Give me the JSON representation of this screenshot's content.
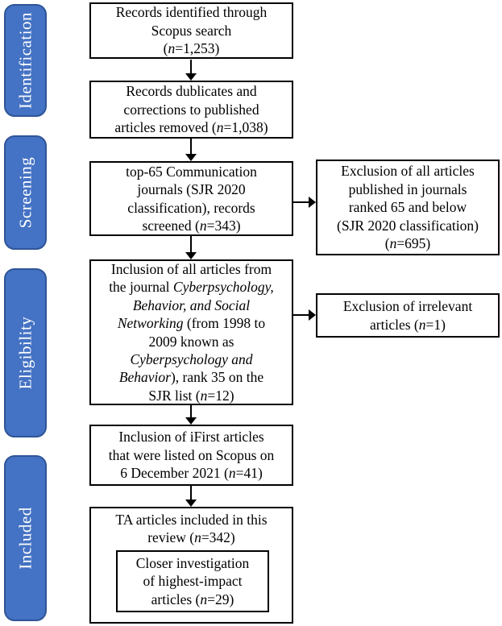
{
  "colors": {
    "stage_fill": "#4472C4",
    "stage_border": "#2F5597",
    "stage_text": "#FFFFFF",
    "box_border": "#000000",
    "box_text": "#000000",
    "background": "#FFFFFF"
  },
  "stages": [
    {
      "label": "Identification"
    },
    {
      "label": "Screening"
    },
    {
      "label": "Eligibility"
    },
    {
      "label": "Included"
    }
  ],
  "flow": {
    "identified": {
      "lines": [
        [
          {
            "t": "Records identified through"
          }
        ],
        [
          {
            "t": "Scopus search"
          }
        ],
        [
          {
            "t": "("
          },
          {
            "t": "n",
            "i": true
          },
          {
            "t": "=1,253)"
          }
        ]
      ]
    },
    "duplicates": {
      "lines": [
        [
          {
            "t": "Records dublicates and"
          }
        ],
        [
          {
            "t": "corrections to published"
          }
        ],
        [
          {
            "t": "articles removed ("
          },
          {
            "t": "n",
            "i": true
          },
          {
            "t": "=1,038)"
          }
        ]
      ]
    },
    "screened": {
      "lines": [
        [
          {
            "t": "top-65 Communication"
          }
        ],
        [
          {
            "t": "journals (SJR 2020"
          }
        ],
        [
          {
            "t": "classification), records"
          }
        ],
        [
          {
            "t": "screened ("
          },
          {
            "t": "n",
            "i": true
          },
          {
            "t": "=343)"
          }
        ]
      ]
    },
    "eligibility": {
      "lines": [
        [
          {
            "t": "Inclusion of all articles from"
          }
        ],
        [
          {
            "t": "the journal "
          },
          {
            "t": "Cyberpsychology,",
            "i": true
          }
        ],
        [
          {
            "t": "Behavior, and Social",
            "i": true
          }
        ],
        [
          {
            "t": "Networking",
            "i": true
          },
          {
            "t": " (from 1998 to"
          }
        ],
        [
          {
            "t": "2009 known as"
          }
        ],
        [
          {
            "t": "Cyberpsychology and",
            "i": true
          }
        ],
        [
          {
            "t": "Behavior",
            "i": true
          },
          {
            "t": "), rank 35 on the"
          }
        ],
        [
          {
            "t": "SJR list ("
          },
          {
            "t": "n",
            "i": true
          },
          {
            "t": "=12)"
          }
        ]
      ]
    },
    "ifirst": {
      "lines": [
        [
          {
            "t": "Inclusion of iFirst articles"
          }
        ],
        [
          {
            "t": "that were listed on Scopus on"
          }
        ],
        [
          {
            "t": "6 December 2021 ("
          },
          {
            "t": "n",
            "i": true
          },
          {
            "t": "=41)"
          }
        ]
      ]
    },
    "included": {
      "lines": [
        [
          {
            "t": "TA articles included in this"
          }
        ],
        [
          {
            "t": "review ("
          },
          {
            "t": "n",
            "i": true
          },
          {
            "t": "=342)"
          }
        ]
      ]
    },
    "closer": {
      "lines": [
        [
          {
            "t": "Closer investigation"
          }
        ],
        [
          {
            "t": "of highest-impact"
          }
        ],
        [
          {
            "t": "articles ("
          },
          {
            "t": "n",
            "i": true
          },
          {
            "t": "=29)"
          }
        ]
      ]
    },
    "exclusion_rank": {
      "lines": [
        [
          {
            "t": "Exclusion of all articles"
          }
        ],
        [
          {
            "t": "published in journals"
          }
        ],
        [
          {
            "t": "ranked 65 and below"
          }
        ],
        [
          {
            "t": "(SJR 2020 classification)"
          }
        ],
        [
          {
            "t": "("
          },
          {
            "t": "n",
            "i": true
          },
          {
            "t": "=695)"
          }
        ]
      ]
    },
    "exclusion_irrelevant": {
      "lines": [
        [
          {
            "t": "Exclusion of irrelevant"
          }
        ],
        [
          {
            "t": "articles ("
          },
          {
            "t": "n",
            "i": true
          },
          {
            "t": "=1)"
          }
        ]
      ]
    }
  }
}
